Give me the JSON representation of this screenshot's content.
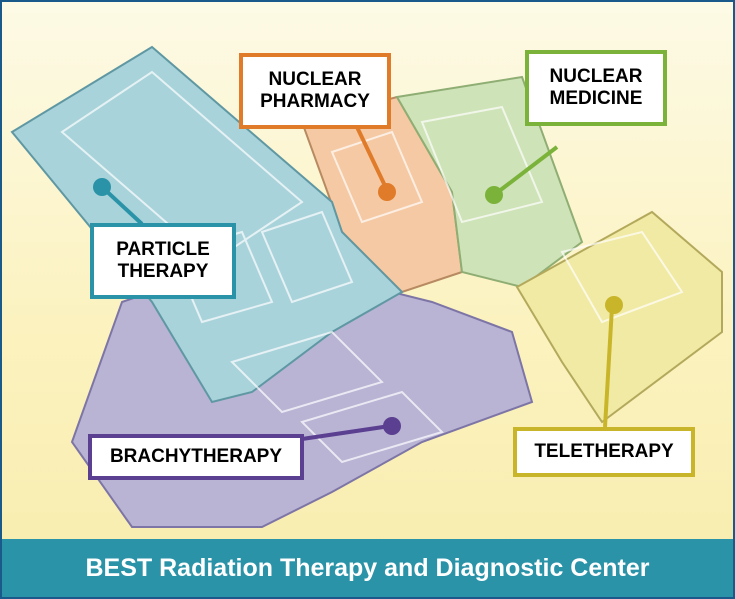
{
  "title": "BEST Radiation Therapy and Diagnostic Center",
  "zones": {
    "nuclear_pharmacy": {
      "label": "NUCLEAR\nPHARMACY",
      "color": "#e07b2a",
      "fill": "#f5c9a3"
    },
    "nuclear_medicine": {
      "label": "NUCLEAR\nMEDICINE",
      "color": "#7bb33a",
      "fill": "#cfe3b8"
    },
    "particle_therapy": {
      "label": "PARTICLE\nTHERAPY",
      "color": "#2a93a8",
      "fill": "#a9d3da"
    },
    "brachytherapy": {
      "label": "BRACHYTHERAPY",
      "color": "#5b3f91",
      "fill": "#b9b3d4"
    },
    "teletherapy": {
      "label": "TELETHERAPY",
      "color": "#c9b52a",
      "fill": "#f1eaa4"
    }
  }
}
